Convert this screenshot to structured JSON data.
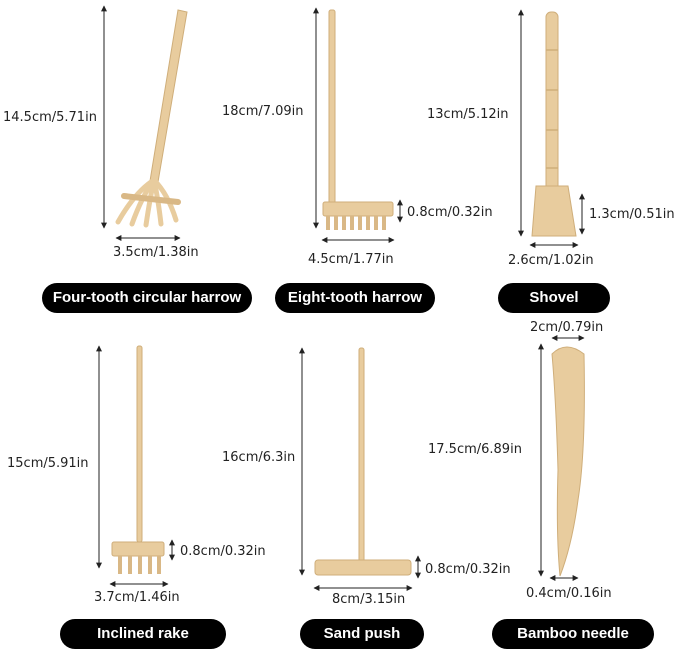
{
  "colors": {
    "wood": "#E8CC9E",
    "wood_dark": "#D9B886",
    "line": "#222222",
    "label_bg": "#000000",
    "label_text": "#FFFFFF"
  },
  "tools": [
    {
      "name": "Four-tooth circular harrow",
      "height": "14.5cm/5.71in",
      "width": "3.5cm/1.38in"
    },
    {
      "name": "Eight-tooth harrow",
      "height": "18cm/7.09in",
      "width": "4.5cm/1.77in",
      "head": "0.8cm/0.32in"
    },
    {
      "name": "Shovel",
      "height": "13cm/5.12in",
      "width": "2.6cm/1.02in",
      "head": "1.3cm/0.51in"
    },
    {
      "name": "Inclined rake",
      "height": "15cm/5.91in",
      "width": "3.7cm/1.46in",
      "head": "0.8cm/0.32in"
    },
    {
      "name": "Sand push",
      "height": "16cm/6.3in",
      "width": "8cm/3.15in",
      "head": "0.8cm/0.32in"
    },
    {
      "name": "Bamboo needle",
      "height": "17.5cm/6.89in",
      "width": "2cm/0.79in",
      "tip": "0.4cm/0.16in"
    }
  ]
}
